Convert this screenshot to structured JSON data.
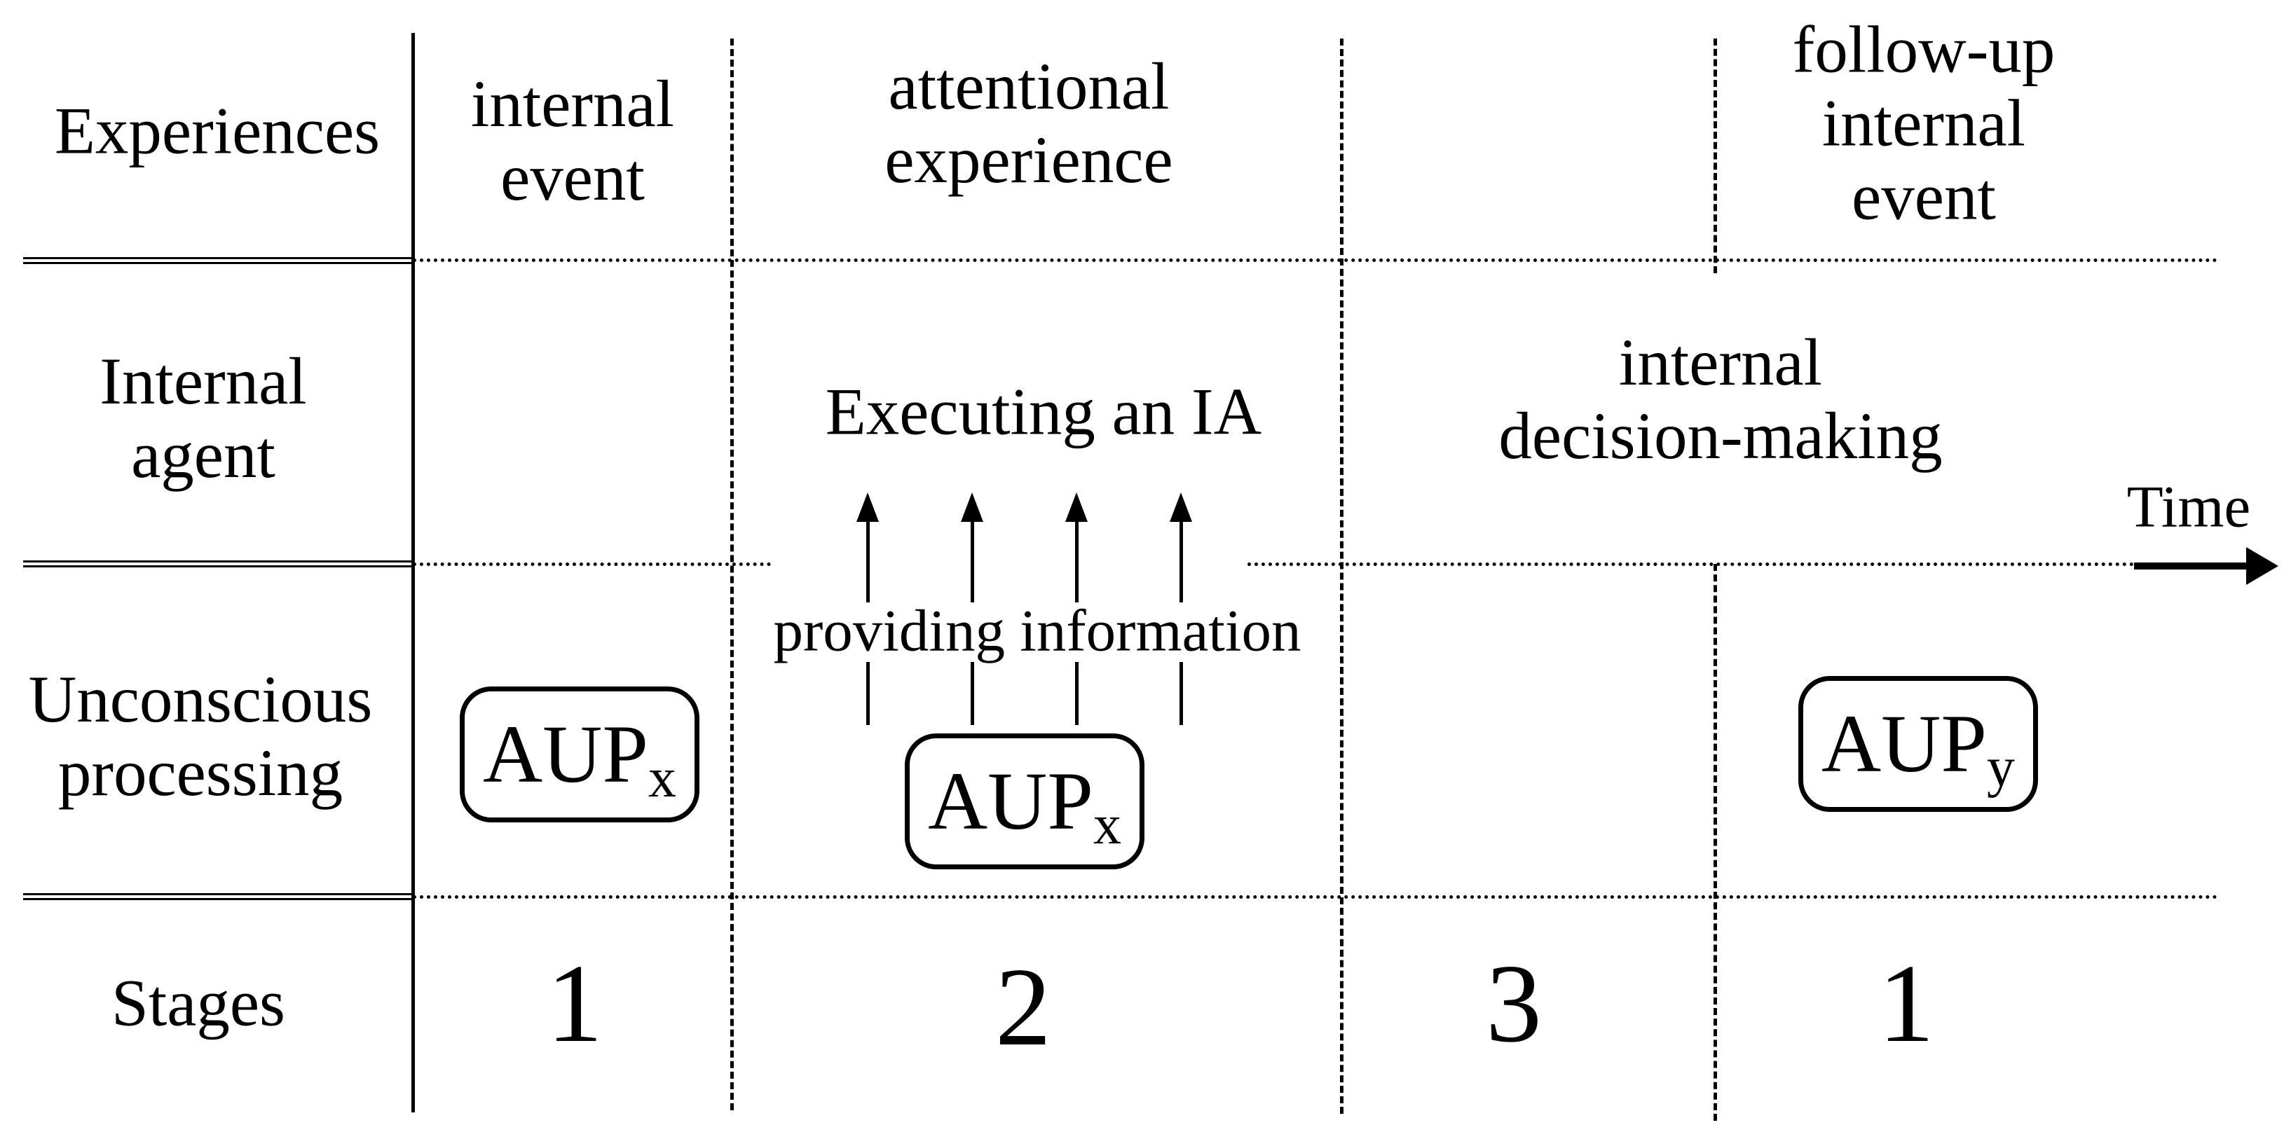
{
  "figure": {
    "colors": {
      "ink": "#000000",
      "background": "#ffffff"
    },
    "icons": {
      "up_arrow": "arrow-up",
      "time_arrow": "arrow-right"
    },
    "row_headers": [
      {
        "lines": [
          "Experiences"
        ]
      },
      {
        "lines": [
          "Internal",
          "agent"
        ]
      },
      {
        "lines": [
          "Unconscious",
          "processing"
        ]
      },
      {
        "lines": [
          "Stages"
        ]
      }
    ],
    "row1": {
      "internal_event": [
        "internal",
        "event"
      ],
      "attentional_experience": [
        "attentional",
        "experience"
      ],
      "follow_up_internal_event": [
        "follow-up",
        "internal",
        "event"
      ]
    },
    "row2": {
      "executing_ia": "Executing an IA",
      "internal_decision_making": [
        "internal",
        "decision-making"
      ],
      "time_label": "Time"
    },
    "row3": {
      "providing_information": "providing information",
      "aup_box_1": {
        "base": "AUP",
        "sub": "x"
      },
      "aup_box_2": {
        "base": "AUP",
        "sub": "x"
      },
      "aup_box_3": {
        "base": "AUP",
        "sub": "y"
      }
    },
    "row4": {
      "stages": [
        "1",
        "2",
        "3",
        "1"
      ]
    }
  }
}
